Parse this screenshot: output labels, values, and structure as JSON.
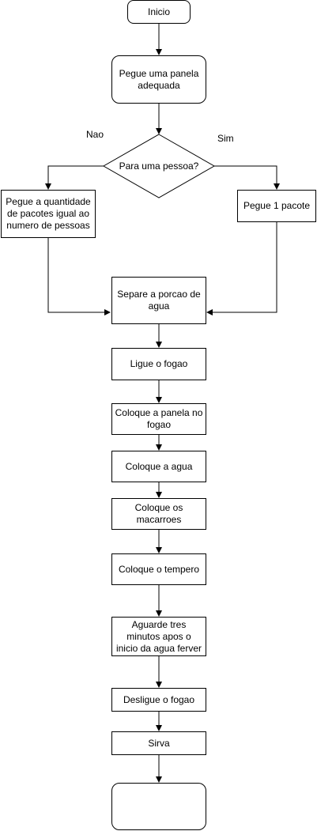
{
  "nodes": {
    "inicio": "Inicio",
    "panela": "Pegue uma panela adequada",
    "decisao": "Para uma pessoa?",
    "quantidade": "Pegue a quantidade de pacotes igual ao numero de pessoas",
    "um_pacote": "Pegue 1 pacote",
    "porcao": "Separe a porcao de agua",
    "fogao": "Ligue o fogao",
    "panela_fogao": "Coloque a panela no fogao",
    "agua": "Coloque a agua",
    "macarroes": "Coloque os macarroes",
    "tempero": "Coloque o tempero",
    "aguarde": "Aguarde tres minutos apos o inicio da agua ferver",
    "desligue": "Desligue o fogao",
    "sirva": "Sirva",
    "fim": ""
  },
  "edge_labels": {
    "nao": "Nao",
    "sim": "Sim"
  }
}
